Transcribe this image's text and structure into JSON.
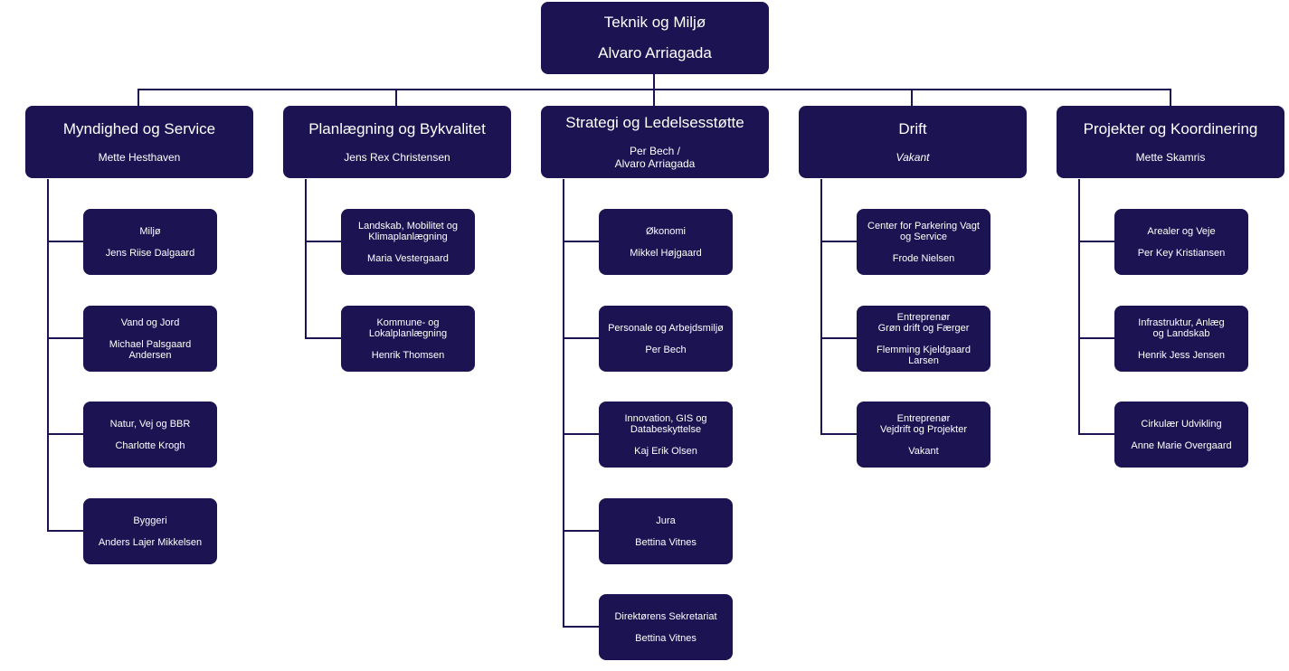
{
  "colors": {
    "box": "#1c1352",
    "line": "#1c1352",
    "text": "#ffffff"
  },
  "top": {
    "title": "Teknik og Miljø",
    "person": "Alvaro Arriagada"
  },
  "departments": [
    {
      "title": "Myndighed og Service",
      "person": "Mette Hesthaven",
      "units": [
        {
          "title": "Miljø",
          "person": "Jens Riise Dalgaard"
        },
        {
          "title": "Vand og Jord",
          "person": "Michael Palsgaard\nAndersen"
        },
        {
          "title": "Natur, Vej og BBR",
          "person": "Charlotte Krogh"
        },
        {
          "title": "Byggeri",
          "person": "Anders Lajer Mikkelsen"
        }
      ]
    },
    {
      "title": "Planlægning og Bykvalitet",
      "person": "Jens Rex Christensen",
      "units": [
        {
          "title": "Landskab, Mobilitet og\nKlimaplanlægning",
          "person": "Maria Vestergaard"
        },
        {
          "title": "Kommune- og\nLokalplanlægning",
          "person": "Henrik Thomsen"
        }
      ]
    },
    {
      "title": "Strategi og Ledelsesstøtte",
      "person": "Per Bech /\nAlvaro Arriagada",
      "units": [
        {
          "title": "Økonomi",
          "person": "Mikkel Højgaard"
        },
        {
          "title": "Personale og Arbejdsmiljø",
          "person": "Per Bech"
        },
        {
          "title": "Innovation, GIS og\nDatabeskyttelse",
          "person": "Kaj Erik Olsen"
        },
        {
          "title": "Jura",
          "person": "Bettina Vitnes"
        },
        {
          "title": "Direktørens Sekretariat",
          "person": "Bettina Vitnes"
        }
      ]
    },
    {
      "title": "Drift",
      "person": "Vakant",
      "units": [
        {
          "title": "Center for Parkering Vagt\nog Service",
          "person": "Frode Nielsen"
        },
        {
          "title": "Entreprenør\nGrøn drift og Færger",
          "person": "Flemming Kjeldgaard\nLarsen"
        },
        {
          "title": "Entreprenør\nVejdrift og Projekter",
          "person": "Vakant"
        }
      ]
    },
    {
      "title": "Projekter og Koordinering",
      "person": "Mette Skamris",
      "units": [
        {
          "title": "Arealer og Veje",
          "person": "Per Key Kristiansen"
        },
        {
          "title": "Infrastruktur, Anlæg\nog Landskab",
          "person": "Henrik Jess Jensen"
        },
        {
          "title": "Cirkulær Udvikling",
          "person": "Anne Marie Overgaard"
        }
      ]
    }
  ]
}
